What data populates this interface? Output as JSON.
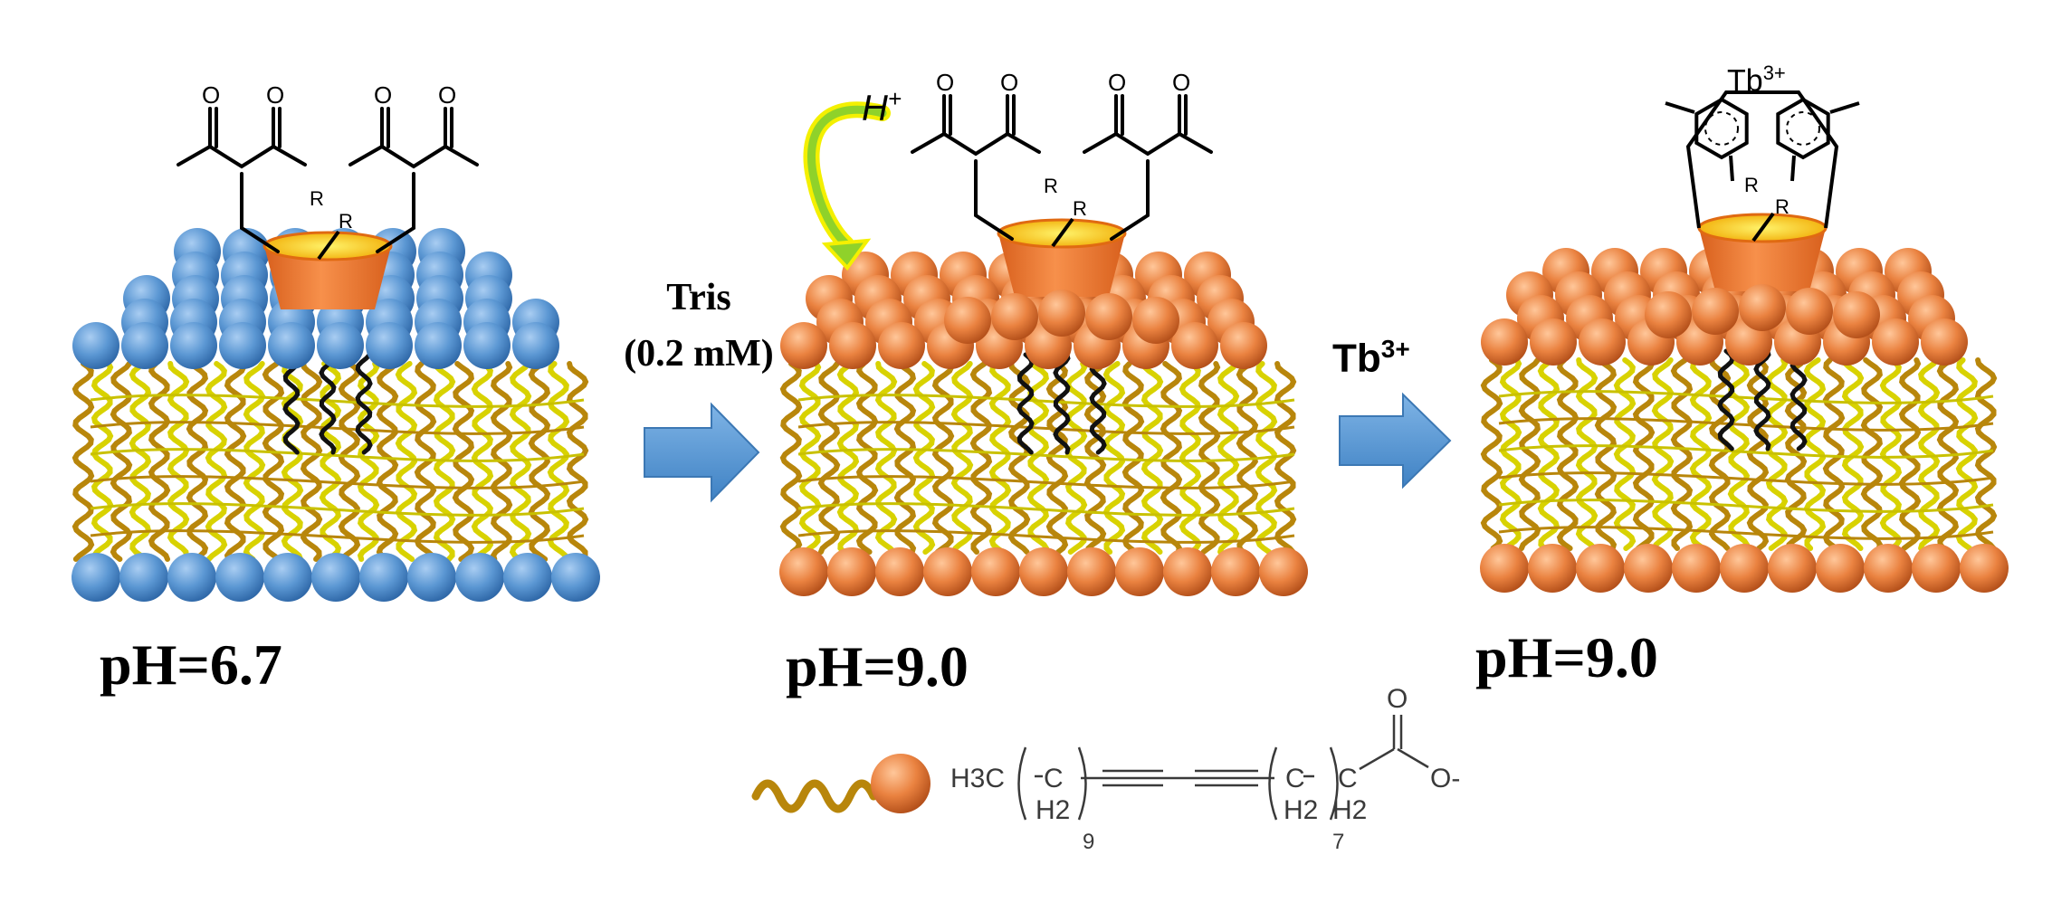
{
  "labels": {
    "ph_left": "pH=6.7",
    "ph_middle": "pH=9.0",
    "ph_right": "pH=9.0",
    "tris_name": "Tris",
    "tris_conc": "(0.2 mM)",
    "tb_ion": "Tb",
    "tb_charge": "3+",
    "proton": "H",
    "proton_charge": "+"
  },
  "structure_labels": {
    "r_group": "R",
    "oxygen": "O",
    "formula_h3c": "H3C",
    "formula_c": "C",
    "formula_h2": "H2",
    "formula_n9": "9",
    "formula_n7": "7",
    "formula_o_minus": "O-"
  },
  "colors": {
    "blue_headgroup": "#5b97d3",
    "orange_headgroup": "#e8813f",
    "lipid_tail_dark": "#b8860b",
    "lipid_tail_light": "#d8d200",
    "calixarene_cup": "#f07f2b",
    "cup_rim": "#ffcc00",
    "arrow": "#5b9bd5",
    "proton_arrow": "#8fd22a"
  }
}
